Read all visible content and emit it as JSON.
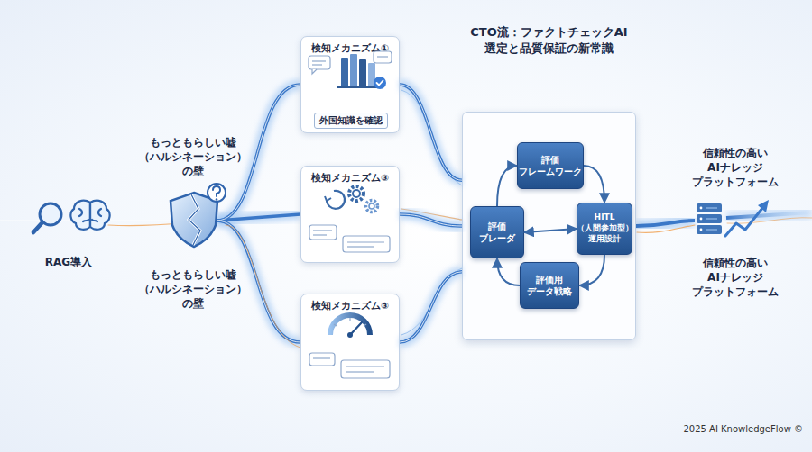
{
  "diagram": {
    "nodes": [
      {
        "text": [
          "検知メカニズム①"
        ]
      },
      {
        "text": [
          "外国知識を確認"
        ],
        "in": 0
      },
      {
        "text": [
          "検知メカニズム③"
        ]
      },
      {
        "text": [
          "検知メカニズム③"
        ]
      },
      {
        "text": [
          "CTO流：ファクトチェックAI 選定と品質保証の新常識"
        ]
      },
      {
        "text": [
          "評価 フレームワーク"
        ],
        "in": 4
      },
      {
        "text": [
          "評価 ブレーダ"
        ],
        "in": 4
      },
      {
        "text": [
          "HITL （人間参加型） 運用設計"
        ],
        "in": 4
      },
      {
        "text": [
          "評価用 データ戦略"
        ],
        "in": 4
      }
    ],
    "edges": [
      {
        "from": 0,
        "to": 4,
        "arrow": "none"
      },
      {
        "from": 2,
        "to": 4,
        "arrow": "none"
      },
      {
        "from": 3,
        "to": 4,
        "arrow": "none"
      },
      {
        "from": 5,
        "to": 7,
        "arrow": "to"
      },
      {
        "from": 7,
        "to": 8,
        "arrow": "to"
      },
      {
        "from": 8,
        "to": 6,
        "arrow": "to"
      },
      {
        "from": 6,
        "to": 5,
        "arrow": "to"
      },
      {
        "from": 6,
        "to": 7,
        "arrow": "both"
      }
    ],
    "labels": [
      "RAG導入",
      "もっともらしい嘘 （ハルシネーション） の壁",
      "もっともらしい嘘 （ハルシネーション） の壁",
      "信頼性の高い AIナレッジ プラットフォーム",
      "信頼性の高い AIナレッジ プラットフォーム",
      "2025 AI KnowledgeFlow ©"
    ]
  }
}
